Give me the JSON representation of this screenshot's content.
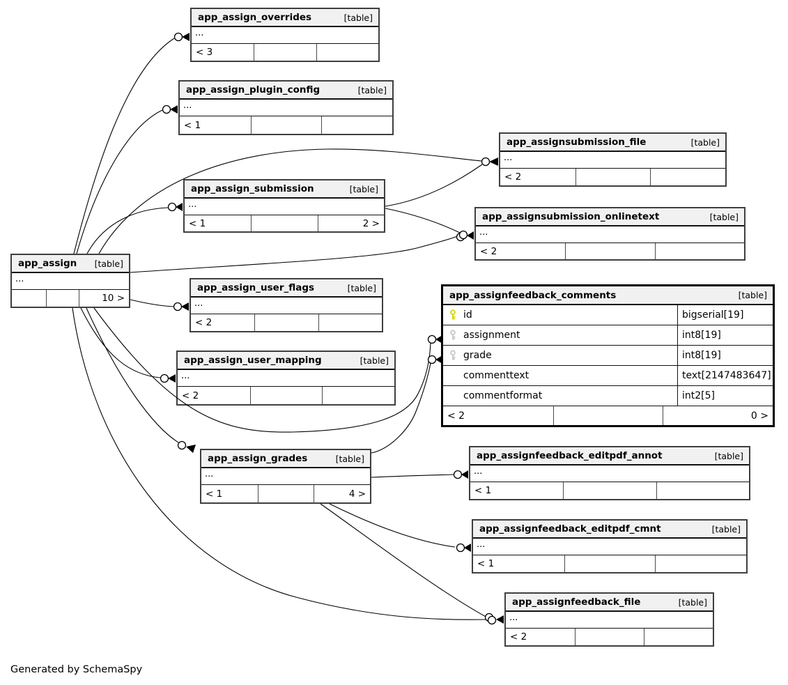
{
  "diagram": {
    "generated_note": "Generated by SchemaSpy",
    "table_tag": "[table]",
    "ellipsis": "..."
  },
  "colors": {
    "table_header_bg": "#f1f1f1",
    "table_border": "#3f3f3f",
    "focused_table_border": "#000000",
    "edge": "#000000",
    "primary_key_icon": "#d2d600",
    "foreign_key_icon": "#c6c6c6"
  },
  "tables": [
    {
      "name": "app_assign_overrides",
      "tag": "[table]",
      "dots": "...",
      "footer": {
        "left": "< 3",
        "mid": "",
        "right": ""
      }
    },
    {
      "name": "app_assign_plugin_config",
      "tag": "[table]",
      "dots": "...",
      "footer": {
        "left": "< 1",
        "mid": "",
        "right": ""
      }
    },
    {
      "name": "app_assignsubmission_file",
      "tag": "[table]",
      "dots": "...",
      "footer": {
        "left": "< 2",
        "mid": "",
        "right": ""
      }
    },
    {
      "name": "app_assign_submission",
      "tag": "[table]",
      "dots": "...",
      "footer": {
        "left": "< 1",
        "mid": "",
        "right": "2 >"
      }
    },
    {
      "name": "app_assignsubmission_onlinetext",
      "tag": "[table]",
      "dots": "...",
      "footer": {
        "left": "< 2",
        "mid": "",
        "right": ""
      }
    },
    {
      "name": "app_assign",
      "tag": "[table]",
      "dots": "...",
      "footer": {
        "left": "",
        "mid": "",
        "right": "10 >"
      }
    },
    {
      "name": "app_assign_user_flags",
      "tag": "[table]",
      "dots": "...",
      "footer": {
        "left": "< 2",
        "mid": "",
        "right": ""
      }
    },
    {
      "name": "app_assignfeedback_comments",
      "tag": "[table]",
      "columns": [
        {
          "icon": "primary-key",
          "name": "id",
          "type": "bigserial[19]"
        },
        {
          "icon": "foreign-key",
          "name": "assignment",
          "type": "int8[19]"
        },
        {
          "icon": "foreign-key",
          "name": "grade",
          "type": "int8[19]"
        },
        {
          "icon": "",
          "name": "commenttext",
          "type": "text[2147483647]"
        },
        {
          "icon": "",
          "name": "commentformat",
          "type": "int2[5]"
        }
      ],
      "footer": {
        "left": "< 2",
        "mid": "",
        "right": "0 >"
      }
    },
    {
      "name": "app_assign_user_mapping",
      "tag": "[table]",
      "dots": "...",
      "footer": {
        "left": "< 2",
        "mid": "",
        "right": ""
      }
    },
    {
      "name": "app_assign_grades",
      "tag": "[table]",
      "dots": "...",
      "footer": {
        "left": "< 1",
        "mid": "",
        "right": "4 >"
      }
    },
    {
      "name": "app_assignfeedback_editpdf_annot",
      "tag": "[table]",
      "dots": "...",
      "footer": {
        "left": "< 1",
        "mid": "",
        "right": ""
      }
    },
    {
      "name": "app_assignfeedback_editpdf_cmnt",
      "tag": "[table]",
      "dots": "...",
      "footer": {
        "left": "< 1",
        "mid": "",
        "right": ""
      }
    },
    {
      "name": "app_assignfeedback_file",
      "tag": "[table]",
      "dots": "...",
      "footer": {
        "left": "< 2",
        "mid": "",
        "right": ""
      }
    }
  ]
}
